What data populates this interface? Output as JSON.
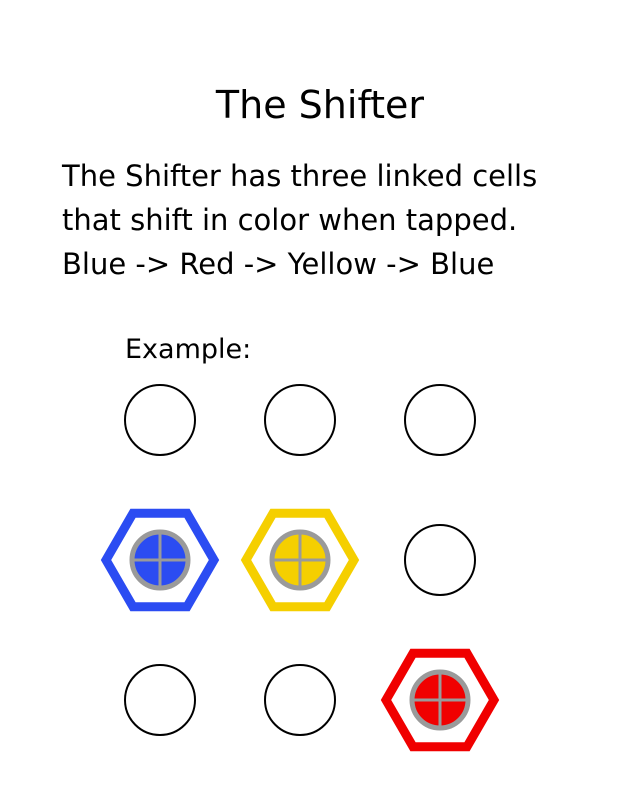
{
  "title": "The Shifter",
  "description": {
    "line1": "The Shifter has three linked cells",
    "line2": "that shift in color when tapped.",
    "line3": "Blue -> Red -> Yellow -> Blue"
  },
  "example_label": "Example:",
  "colors": {
    "blue": "#2b4cf2",
    "yellow": "#f5cf00",
    "red": "#f00000",
    "inner_ring": "#9a9a9a",
    "empty_stroke": "#000000"
  },
  "grid": {
    "rows": 3,
    "cols": 3,
    "cells": [
      [
        "empty",
        "empty",
        "empty"
      ],
      [
        "blue",
        "yellow",
        "empty"
      ],
      [
        "empty",
        "empty",
        "red"
      ]
    ]
  }
}
